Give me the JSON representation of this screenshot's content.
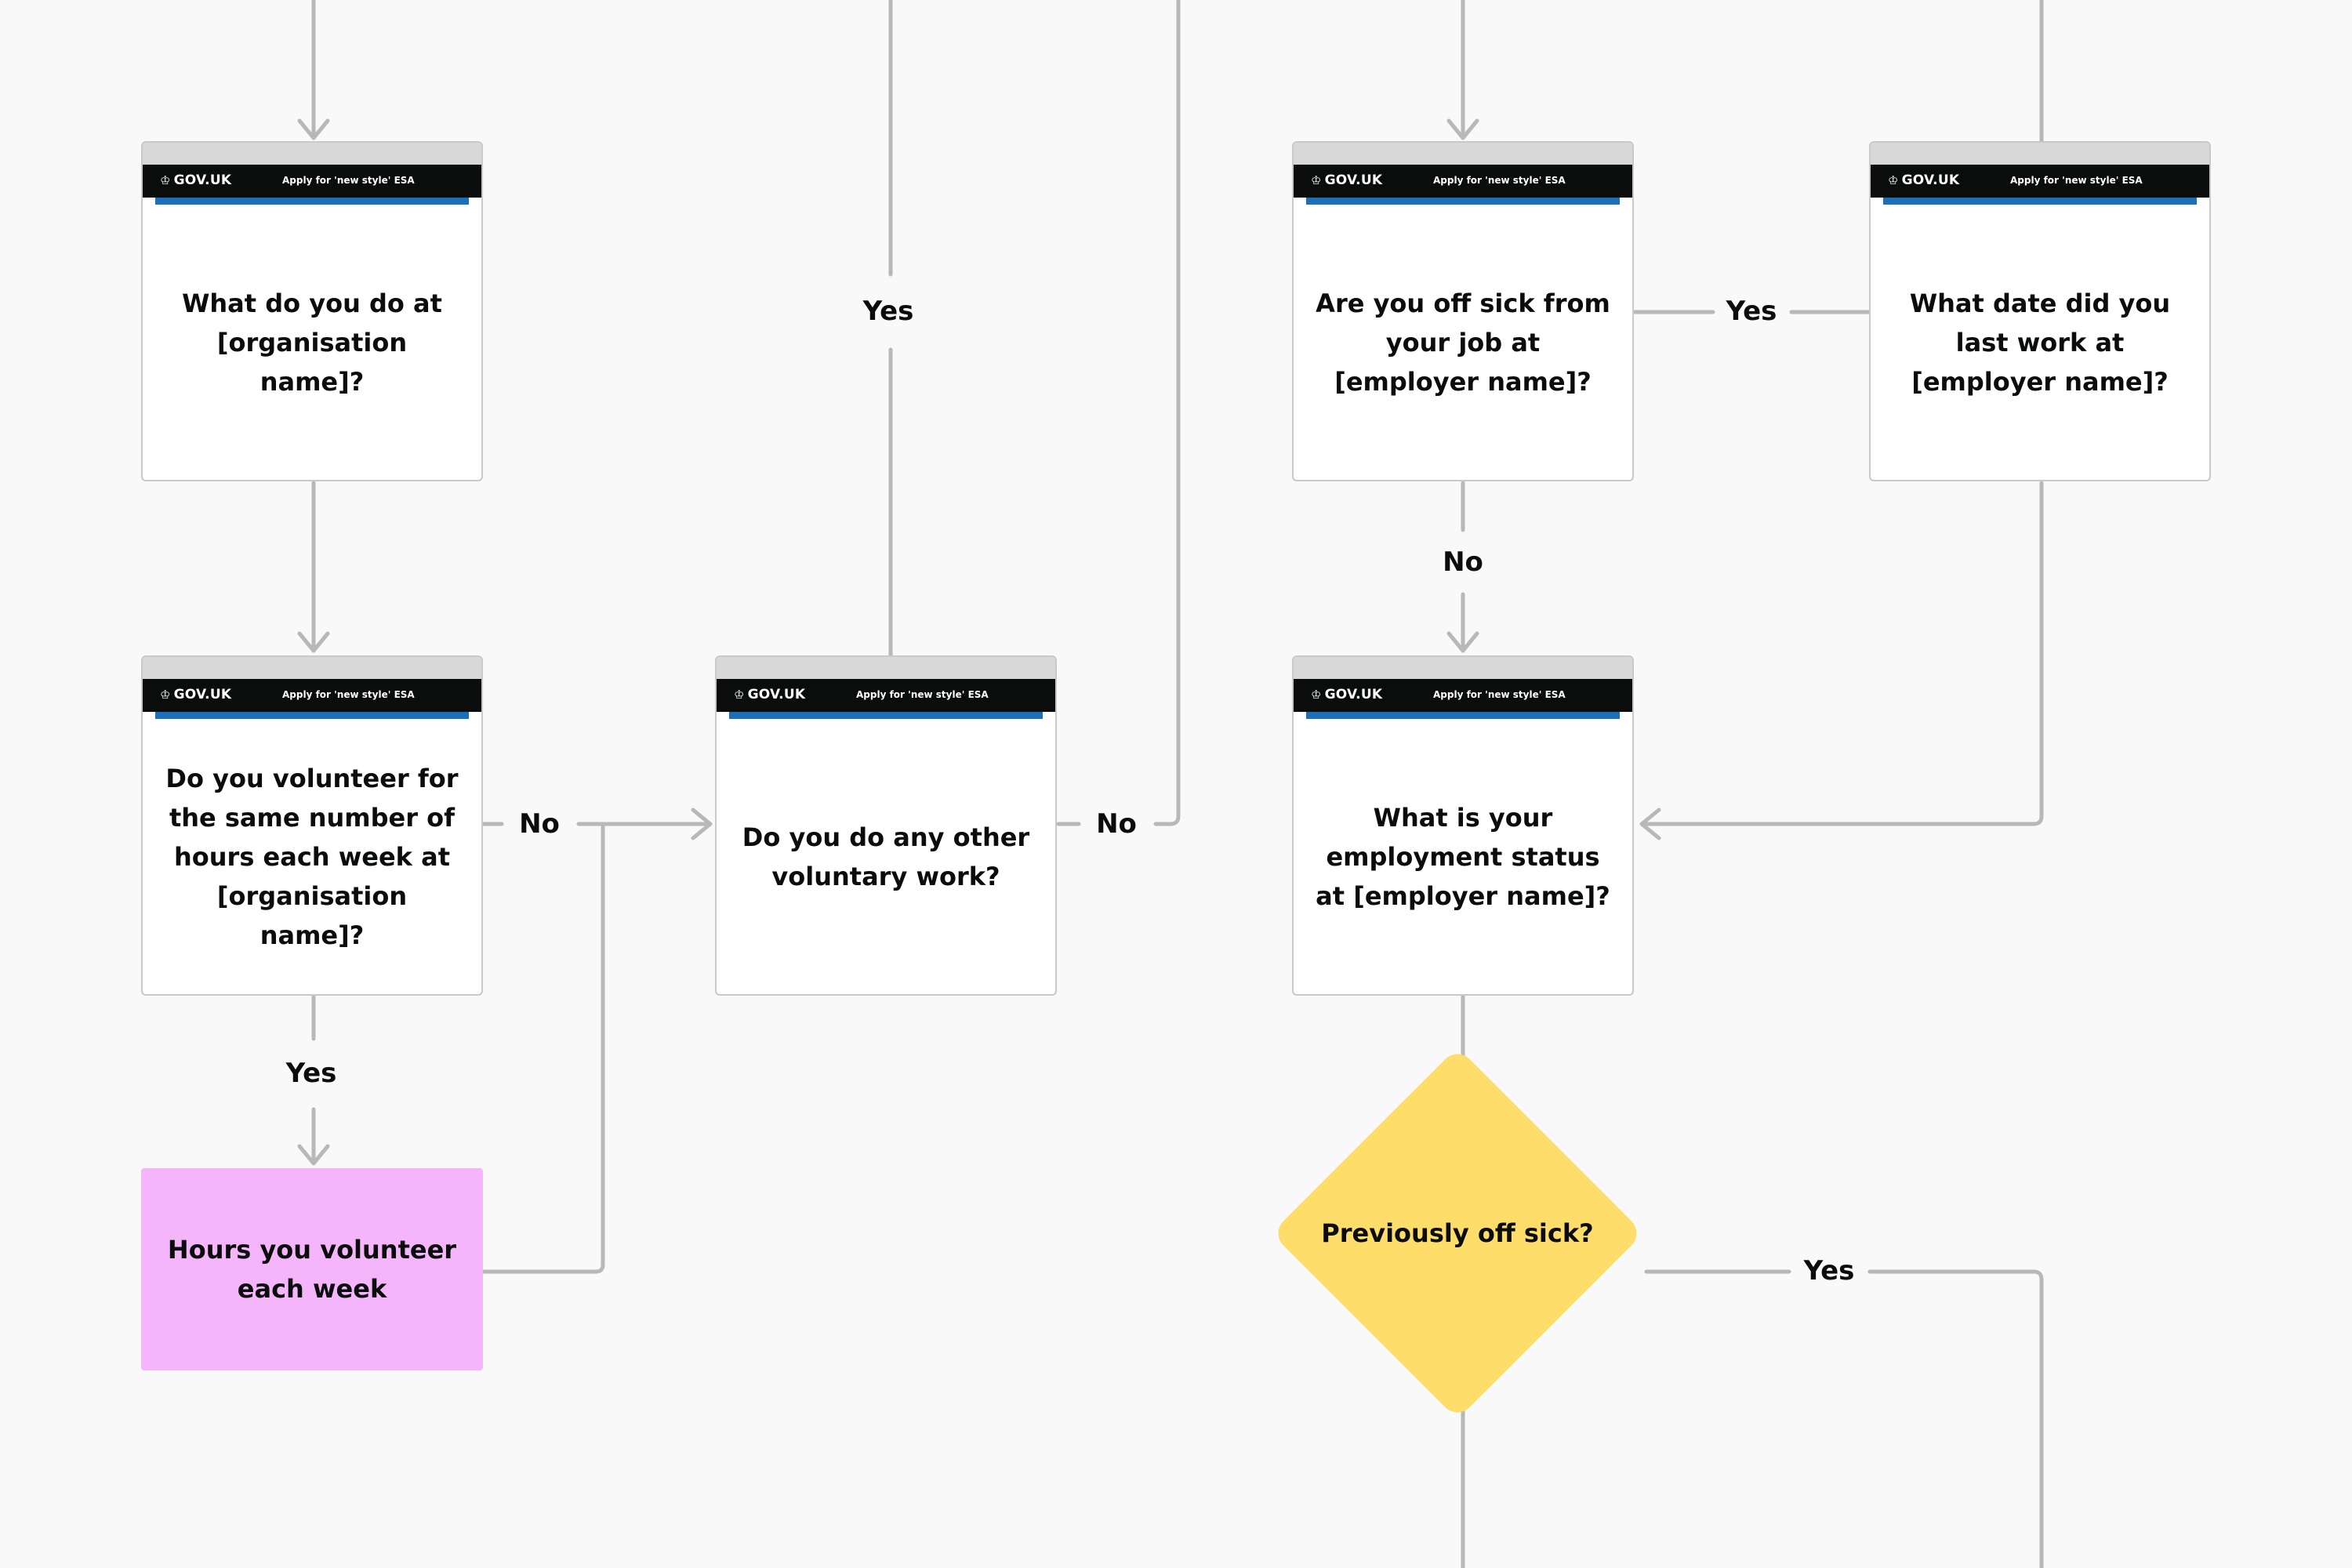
{
  "header": {
    "brand": "GOV.UK",
    "service": "Apply for 'new style' ESA"
  },
  "screens": {
    "s1": "What do you do at [organisation name]?",
    "s2": "Do you volunteer for the same number of hours each week at [organisation name]?",
    "s3": "Do you do any other voluntary work?",
    "s4": "Are you off sick from your job at [employer name]?",
    "s5": "What date did you last work at [employer name]?",
    "s6": "What is your employment status at [employer name]?"
  },
  "pink_box": "Hours you volunteer each week",
  "decision": "Previously off sick?",
  "labels": {
    "yes_top": "Yes",
    "no_s2": "No",
    "no_s3": "No",
    "yes_s4": "Yes",
    "no_s4": "No",
    "yes_s2": "Yes",
    "yes_decision": "Yes"
  },
  "colors": {
    "line": "#b8b8b8",
    "pink": "#f5b5fb",
    "decision": "#ffdd6b",
    "gov_black": "#0b0c0c",
    "gov_blue": "#1d70b8"
  }
}
